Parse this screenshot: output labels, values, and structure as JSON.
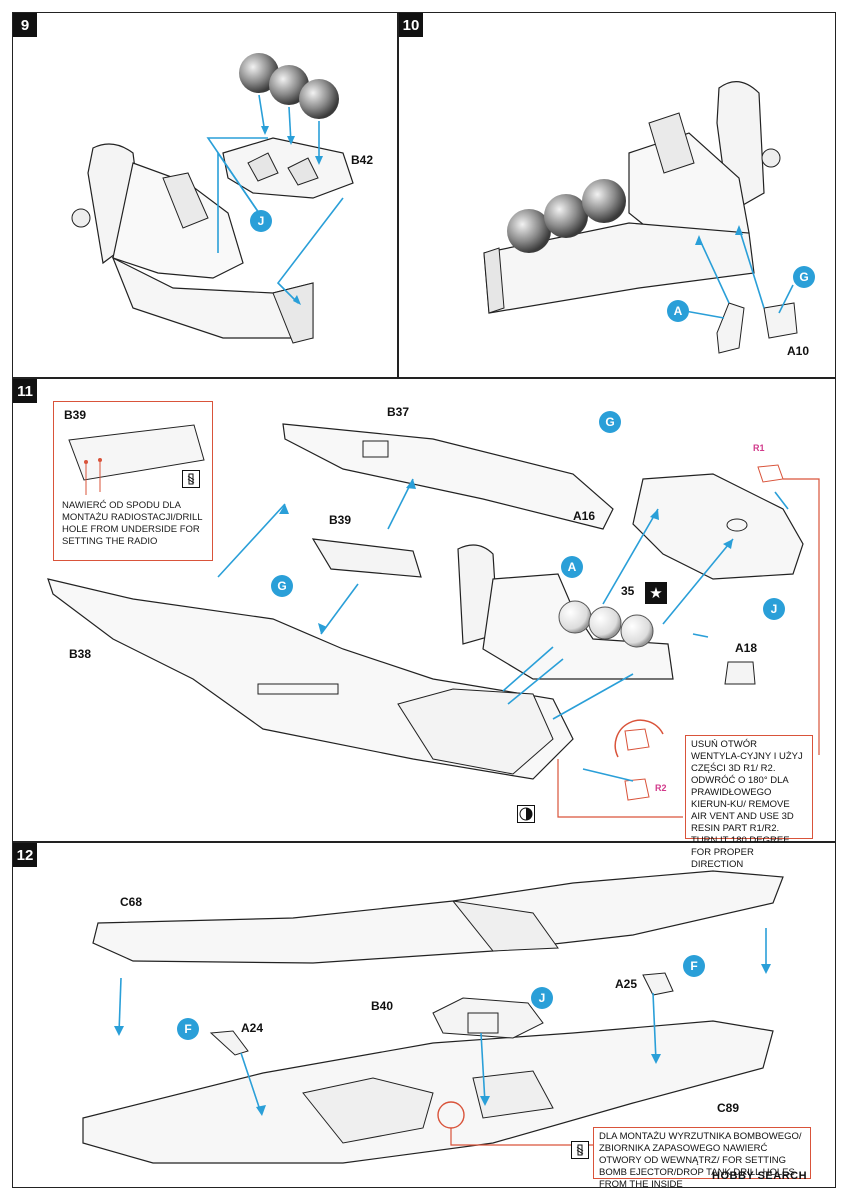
{
  "steps": {
    "s9": {
      "number": "9",
      "parts": {
        "b42": "B42"
      },
      "callouts": {
        "j": "J"
      }
    },
    "s10": {
      "number": "10",
      "parts": {
        "a10": "A10"
      },
      "callouts": {
        "a": "A",
        "g": "G"
      }
    },
    "s11": {
      "number": "11",
      "parts": {
        "b39_inset": "B39",
        "b37": "B37",
        "b39": "B39",
        "b38": "B38",
        "a16": "A16",
        "a18": "A18",
        "num35": "35"
      },
      "callouts": {
        "g_top": "G",
        "g_mid": "G",
        "a": "A",
        "j": "J"
      },
      "resin": {
        "r1": "R1",
        "r2": "R2"
      },
      "note_drill": "NAWIERĆ OD SPODU DLA MONTAŻU RADIOSTACJI/DRILL HOLE FROM UNDERSIDE FOR SETTING THE RADIO",
      "note_vent": "USUŃ OTWÓR WENTYLA-CYJNY I UŻYJ CZĘŚCI 3D R1/ R2. ODWRÓĆ O 180° DLA PRAWIDŁOWEGO KIERUN-KU/ REMOVE AIR VENT AND USE 3D RESIN PART R1/R2. TURN IT 180 DEGREE FOR PROPER DIRECTION"
    },
    "s12": {
      "number": "12",
      "parts": {
        "c68": "C68",
        "a24": "A24",
        "b40": "B40",
        "a25": "A25",
        "c89": "C89"
      },
      "callouts": {
        "f_left": "F",
        "j": "J",
        "f_right": "F"
      },
      "note_bomb": "DLA MONTAŻU WYRZUTNIKA BOMBOWEGO/ ZBIORNIKA ZAPASOWEGO NAWIERĆ OTWORY OD WEWNĄTRZ/ FOR SETTING BOMB EJECTOR/DROP TANK DRILL HOLES FROM THE INSIDE"
    }
  },
  "watermark": "HOBBY SEARCH",
  "colors": {
    "callout": "#2a9fd8",
    "note_border": "#d9533a",
    "resin": "#d23a8b"
  }
}
